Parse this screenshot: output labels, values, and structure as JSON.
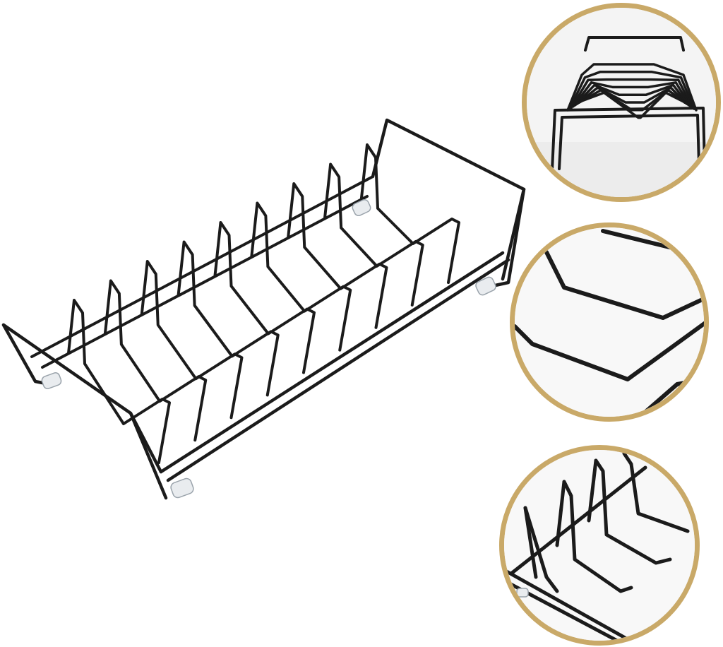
{
  "product": {
    "main_image": "wire-dish-rack-main-view",
    "detail_views": [
      {
        "icon": "rack-front-view-detail"
      },
      {
        "icon": "wire-bend-closeup-detail"
      },
      {
        "icon": "divider-prongs-closeup-detail"
      }
    ]
  },
  "colors": {
    "background": "#ffffff",
    "wire": "#1b1b1b",
    "ring": "#c9a968",
    "detail_bg": "#f7f7f7",
    "foot_pad": "#e9ecef"
  }
}
